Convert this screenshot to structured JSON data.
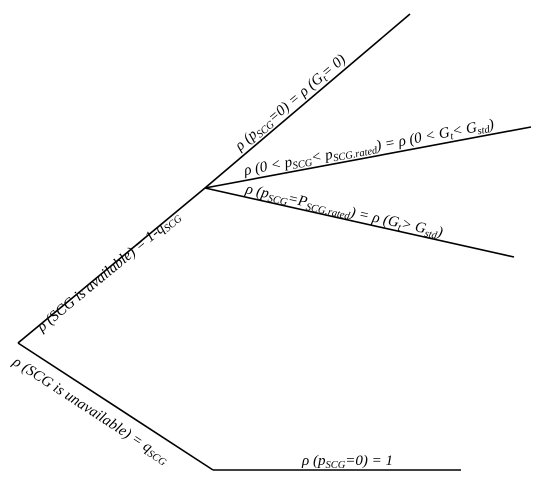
{
  "branches": {
    "available": {
      "p": "ρ (SCG is available) = 1-q",
      "sub": "SCG"
    },
    "unavailable": {
      "p": "ρ (SCG is unavailable) = q",
      "sub": "SCG"
    },
    "zero_output": {
      "a": "ρ (p",
      "a_sub": "SCG",
      "b": "=0) = ρ (G",
      "b_sub": "t",
      "c": "= 0)"
    },
    "partial_output": {
      "a": "ρ (0 < p",
      "a_sub": "SCG",
      "b": "< p",
      "b_sub": "SCG.rated",
      "c": ") = ρ (0 < G",
      "c_sub": "t",
      "d": "< G",
      "d_sub": "std",
      "e": ")"
    },
    "rated_output": {
      "a": "ρ (p",
      "a_sub": "SCG",
      "b": "=P",
      "b_sub": "SCG.rated",
      "c": ") = ρ (G",
      "c_sub": "t",
      "d": "> G",
      "d_sub": "std",
      "e": ")"
    },
    "unavailable_output": {
      "a": "ρ (p",
      "a_sub": "SCG",
      "b": "=0) = 1"
    }
  }
}
